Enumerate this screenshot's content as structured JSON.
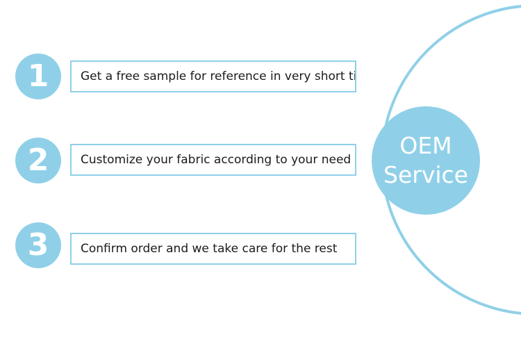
{
  "colors": {
    "accent": "#8fd0e8",
    "text": "#1a1a1a",
    "background": "#ffffff"
  },
  "steps": [
    {
      "number": "1",
      "text": "Get a free sample for reference in very short time"
    },
    {
      "number": "2",
      "text": "Customize your fabric according to your need"
    },
    {
      "number": "3",
      "text": "Confirm order and we take care for the rest"
    }
  ],
  "center": {
    "line1": "OEM",
    "line2": "Service"
  }
}
